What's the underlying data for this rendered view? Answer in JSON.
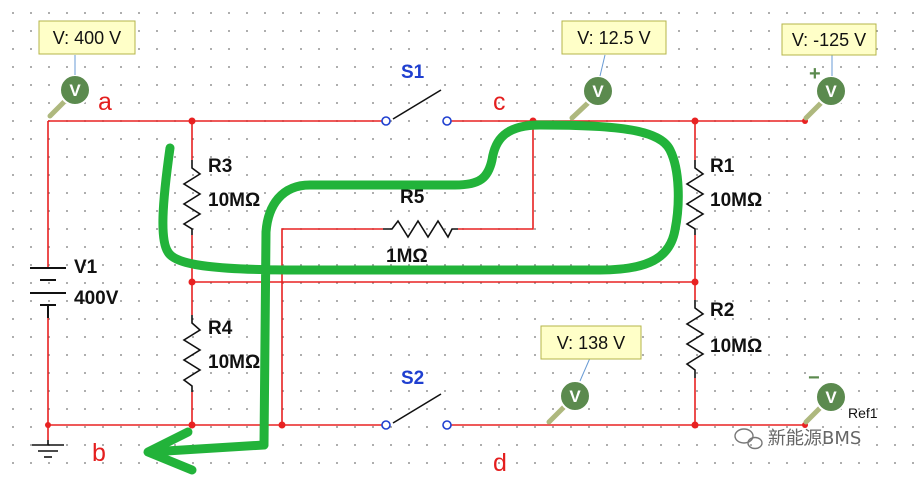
{
  "probes": {
    "a": {
      "reading": "V: 400 V"
    },
    "c": {
      "reading": "V: 12.5 V"
    },
    "right": {
      "reading": "V: -125 V"
    },
    "d": {
      "reading": "V: 138 V"
    }
  },
  "meter_symbol": "V",
  "nodes": {
    "a": "a",
    "b": "b",
    "c": "c",
    "d": "d"
  },
  "switches": {
    "s1": "S1",
    "s2": "S2"
  },
  "components": {
    "v1": {
      "name": "V1",
      "value": "400V"
    },
    "r1": {
      "name": "R1",
      "value": "10MΩ"
    },
    "r2": {
      "name": "R2",
      "value": "10MΩ"
    },
    "r3": {
      "name": "R3",
      "value": "10MΩ"
    },
    "r4": {
      "name": "R4",
      "value": "10MΩ"
    },
    "r5": {
      "name": "R5",
      "value": "1MΩ"
    }
  },
  "reference": {
    "label": "Ref1",
    "plus": "+",
    "minus": "−"
  },
  "watermark": {
    "text": "新能源BMS",
    "icon": "wechat-icon"
  },
  "colors": {
    "wire": "#e82222",
    "switch_label": "#1f3fd0",
    "node_label": "#e41e1e",
    "overlay_path": "#22b33a",
    "meter": "#5b8a4e"
  }
}
